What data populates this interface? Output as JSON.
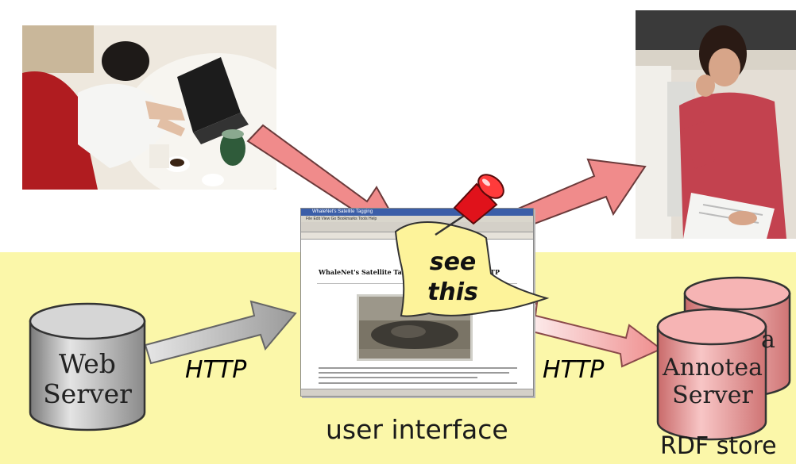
{
  "labels": {
    "http_left": "HTTP",
    "http_right": "HTTP",
    "user_interface": "user interface",
    "rdf_store": "RDF store"
  },
  "web_server": {
    "line1": "Web",
    "line2": "Server"
  },
  "annotea_server": {
    "line1": "Annotea",
    "line2": "Server",
    "back_fragment": "a"
  },
  "note": {
    "line1": "see",
    "line2": "this"
  },
  "browser": {
    "title": "WhaleNet's Satellite Tagging",
    "menu": "File  Edit  View  Go  Bookmarks  Tools  Help",
    "heading": "WhaleNet's Satellite Tagging",
    "heading_tail": "TP"
  },
  "colors": {
    "band": "#fbf7a9",
    "annotation_arrow": "#f08b8b",
    "http_arrow_gray": "#a9a9a9",
    "db_gray": "#b8b8b8",
    "db_pink": "#ef9a9a",
    "sticky_note": "#fdf39a",
    "pin": "#e0121b"
  }
}
